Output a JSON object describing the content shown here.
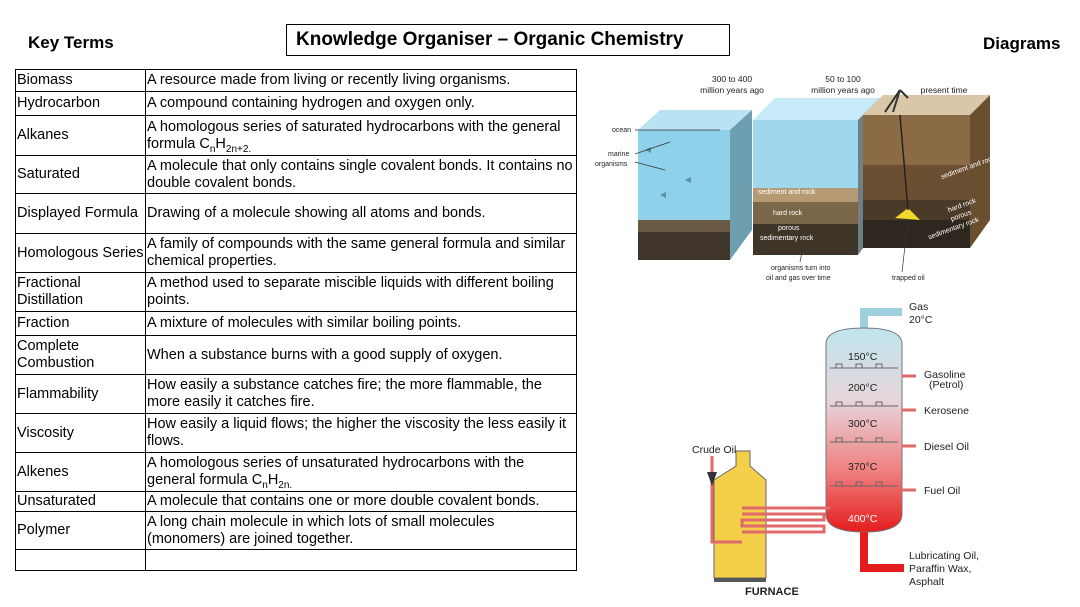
{
  "header": {
    "key_terms": "Key Terms",
    "title": "Knowledge Organiser – Organic Chemistry",
    "diagrams": "Diagrams"
  },
  "key_terms": [
    {
      "term": "Biomass",
      "definition": "A resource made from living or recently living organisms."
    },
    {
      "term": "Hydrocarbon",
      "definition": "A compound containing hydrogen and oxygen only."
    },
    {
      "term": "Alkanes",
      "definition": "A homologous series of saturated hydrocarbons with the general formula C",
      "sub1": "n",
      "mid": "H",
      "sub2": "2n+2."
    },
    {
      "term": "Saturated",
      "definition": "A molecule that only contains single covalent bonds. It contains no double covalent bonds."
    },
    {
      "term": "Displayed Formula",
      "definition": "Drawing of a molecule showing all atoms and bonds."
    },
    {
      "term": "Homologous Series",
      "definition": "A family of compounds with the same general formula and similar chemical properties."
    },
    {
      "term": "Fractional Distillation",
      "definition": "A method used to separate miscible liquids with different boiling points."
    },
    {
      "term": "Fraction",
      "definition": "A mixture of molecules with similar boiling points."
    },
    {
      "term": "Complete Combustion",
      "definition": "When a substance burns with a good supply of oxygen."
    },
    {
      "term": "Flammability",
      "definition": "How easily a substance catches fire; the more flammable, the more easily it catches fire."
    },
    {
      "term": "Viscosity",
      "definition": "How easily a liquid flows; the higher the viscosity the less easily it flows."
    },
    {
      "term": "Alkenes",
      "definition": "A homologous series of unsaturated hydrocarbons with the general formula C",
      "sub1": "n",
      "mid": "H",
      "sub2": "2n."
    },
    {
      "term": "Unsaturated",
      "definition": "A molecule that contains one or more double covalent bonds."
    },
    {
      "term": "Polymer",
      "definition": "A long chain molecule in which lots of small molecules (monomers) are joined together."
    },
    {
      "term": "",
      "definition": ""
    }
  ],
  "oil_formation": {
    "time_1": "300 to 400",
    "time_1b": "million years ago",
    "time_2": "50 to 100",
    "time_2b": "million years ago",
    "time_3": "present time",
    "ocean": "ocean",
    "marine_1": "marine",
    "marine_2": "organisms",
    "sediment": "sediment and rock",
    "hard_rock": "hard rock",
    "porous_1": "porous",
    "porous_2": "sedimentary rock",
    "sediment_r": "sediment and rock",
    "hard_rock_r": "hard rock",
    "porous_r1": "porous",
    "porous_r2": "sedimentary rock",
    "turn_1": "organisms turn into",
    "turn_2": "oil and gas over time",
    "trapped": "trapped oil"
  },
  "distillation": {
    "gas": "Gas",
    "gas_temp": "20°C",
    "temps": [
      "150°C",
      "200°C",
      "300°C",
      "370°C",
      "400°C"
    ],
    "gasoline": "Gasoline",
    "petrol": "(Petrol)",
    "kerosene": "Kerosene",
    "diesel": "Diesel Oil",
    "fuel": "Fuel Oil",
    "crude": "Crude Oil",
    "furnace": "FURNACE",
    "residue_1": "Lubricating Oil,",
    "residue_2": "Paraffin Wax,",
    "residue_3": "Asphalt"
  }
}
